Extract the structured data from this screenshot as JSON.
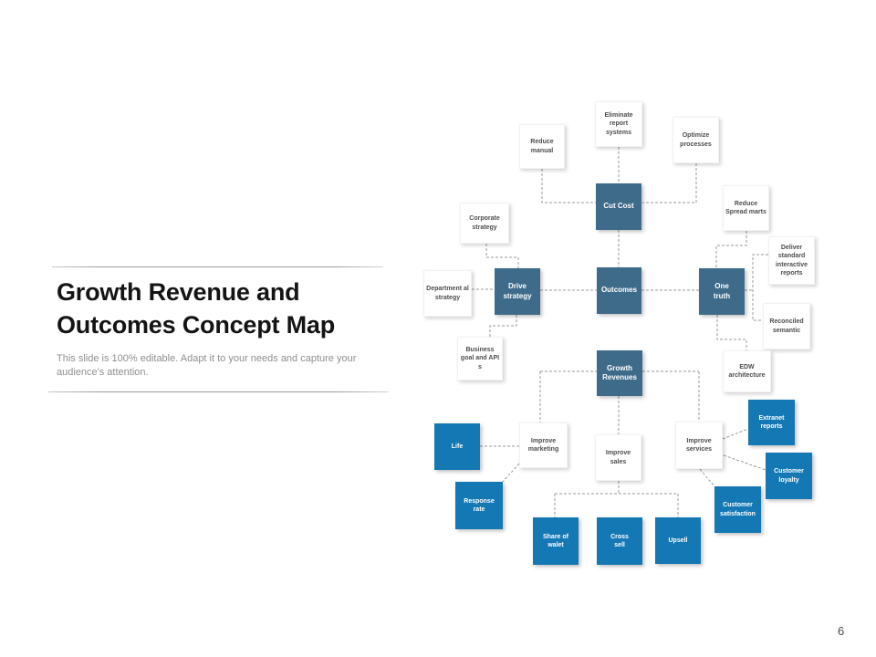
{
  "slide": {
    "title_line1": "Growth Revenue and",
    "title_line2": "Outcomes Concept Map",
    "subtitle": "This slide is 100% editable. Adapt it to your needs and capture your audience's attention.",
    "page_number": "6"
  },
  "colors": {
    "dark_blue": "#3e6b8a",
    "bright_blue": "#1478b4",
    "white_box": "#ffffff",
    "box_text_dark": "#4d4d4d",
    "connector_gray": "#999999",
    "title_black": "#141414",
    "subtitle_gray": "#8f8f8f"
  },
  "diagram": {
    "nodes": {
      "eliminate_report_systems": "Eliminate report systems",
      "reduce_manual": "Reduce manual",
      "optimize_processes": "Optimize processes",
      "cut_cost": "Cut Cost",
      "reduce_spread_marts": "Reduce Spread marts",
      "corporate_strategy": "Corporate strategy",
      "deliver_standard_interactive_reports": "Deliver standard interactive reports",
      "departmental_strategy": "Department al strategy",
      "drive_strategy": "Drive strategy",
      "outcomes": "Outcomes",
      "one_truth": "One truth",
      "reconciled_semantic": "Reconciled semantic",
      "business_goal_and_apis": "Business goal and API s",
      "growth_revenues": "Growth Revenues",
      "edw_architecture": "EDW architecture",
      "life": "Life",
      "improve_marketing": "Improve marketing",
      "improve_sales": "Improve sales",
      "improve_services": "Improve services",
      "extranet_reports": "Extranet reports",
      "customer_loyalty": "Customer loyalty",
      "response_rate": "Response rate",
      "customer_satisfaction": "Customer satisfaction",
      "share_of_walet": "Share of walet",
      "cross_sell": "Cross sell",
      "upsell": "Upsell"
    }
  }
}
